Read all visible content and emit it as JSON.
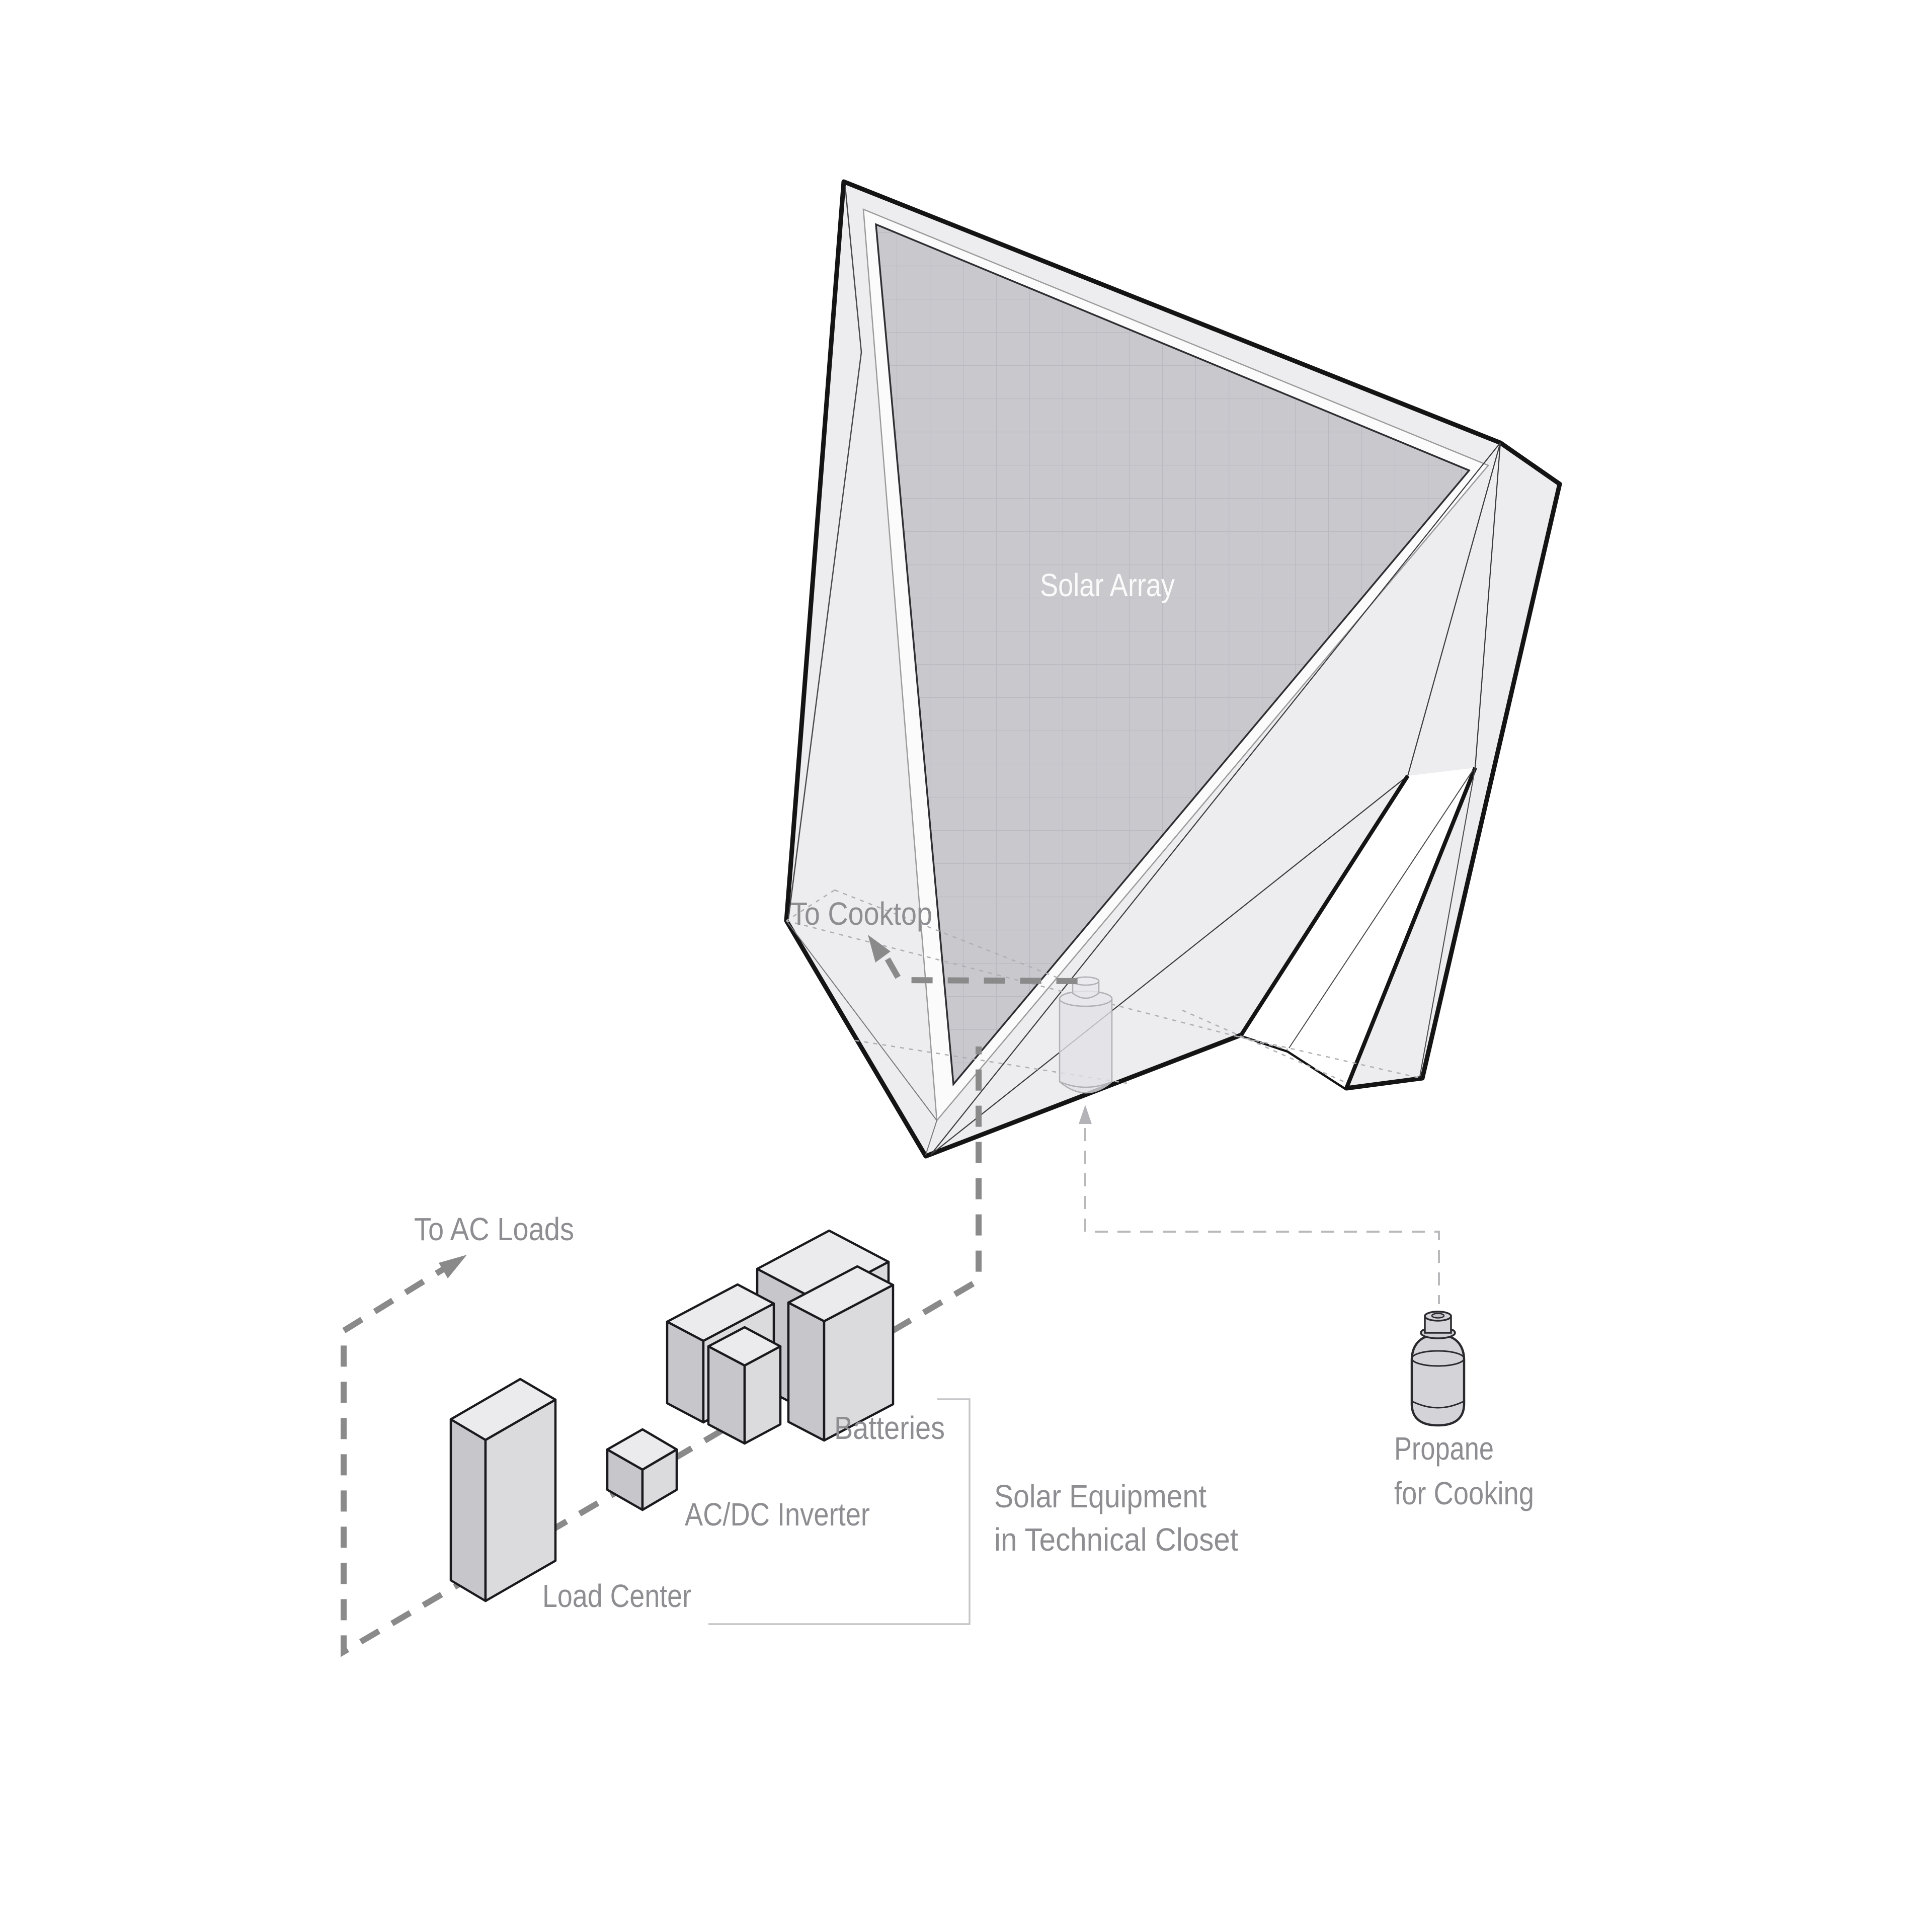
{
  "diagram": {
    "labels": {
      "solar_array": "Solar Array",
      "to_cooktop": "To Cooktop",
      "to_ac_loads": "To AC Loads",
      "batteries": "Batteries",
      "inverter": "AC/DC Inverter",
      "load_center": "Load Center",
      "closet_line1": "Solar Equipment",
      "closet_line2": "in Technical Closet",
      "propane_line1": "Propane",
      "propane_line2": "for Cooking"
    },
    "colors": {
      "label_gray": "#8e8e92",
      "solar_array_text": "#fafafa",
      "panel_gray": "#c8c8cd",
      "panel_grid": "#b9b9bf",
      "shell_gray": "#ededef",
      "dash_gray": "#8a8a8a",
      "light_dash_gray": "#b9b9bc",
      "outline_black": "#141414",
      "box_top": "#ebebed",
      "box_left": "#c7c7cb",
      "box_right": "#dbdbde",
      "bracket_gray": "#c6c6c9"
    }
  }
}
